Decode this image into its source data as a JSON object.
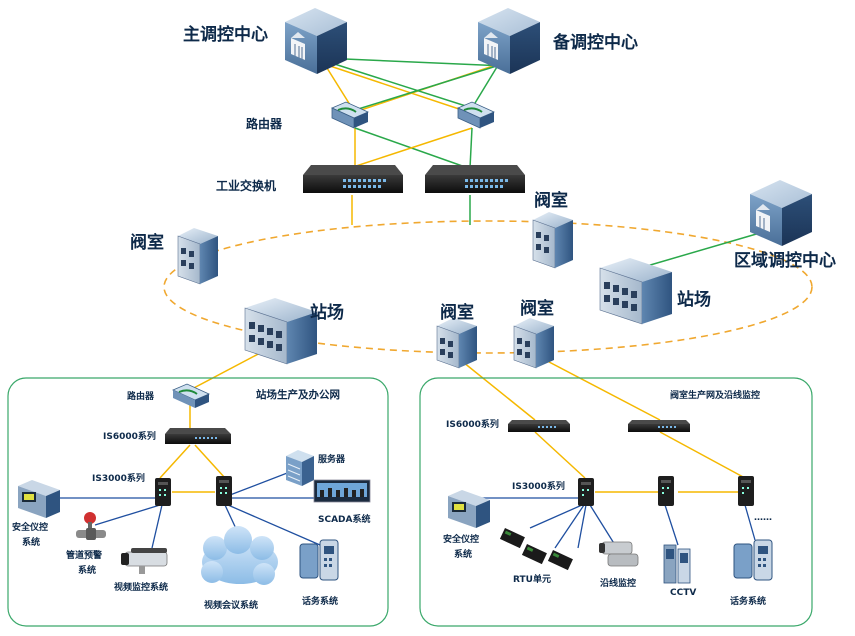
{
  "centers": {
    "main": "主调控中心",
    "backup": "备调控中心",
    "regional": "区域调控中心"
  },
  "core": {
    "router": "路由器",
    "switch": "工业交换机"
  },
  "ring": {
    "valve_room_1": "阀室",
    "valve_room_2": "阀室",
    "valve_room_3": "阀室",
    "valve_room_4": "阀室",
    "station_1": "站场",
    "station_2": "站场"
  },
  "left_panel": {
    "title": "站场生产及办公网",
    "router": "路由器",
    "is6000": "IS6000系列",
    "is3000": "IS3000系列",
    "server": "服务器",
    "sis": "安全仪控\n系统",
    "pipeline_warning": "管道预警\n系统",
    "video_monitor": "视频监控系统",
    "video_conference": "视频会议系统",
    "scada": "SCADA系统",
    "phone": "话务系统"
  },
  "right_panel": {
    "title": "阀室生产网及沿线监控",
    "is6000": "IS6000系列",
    "is3000": "IS3000系列",
    "sis": "安全仪控\n系统",
    "rtu": "RTU单元",
    "line_monitor": "沿线监控",
    "cctv": "CCTV",
    "phone": "话务系统",
    "more": "……"
  },
  "colors": {
    "yellow_link": "#f5b800",
    "green_link": "#2aa84a",
    "ring_dash": "#f0a830",
    "panel_border": "#3aa86a"
  }
}
